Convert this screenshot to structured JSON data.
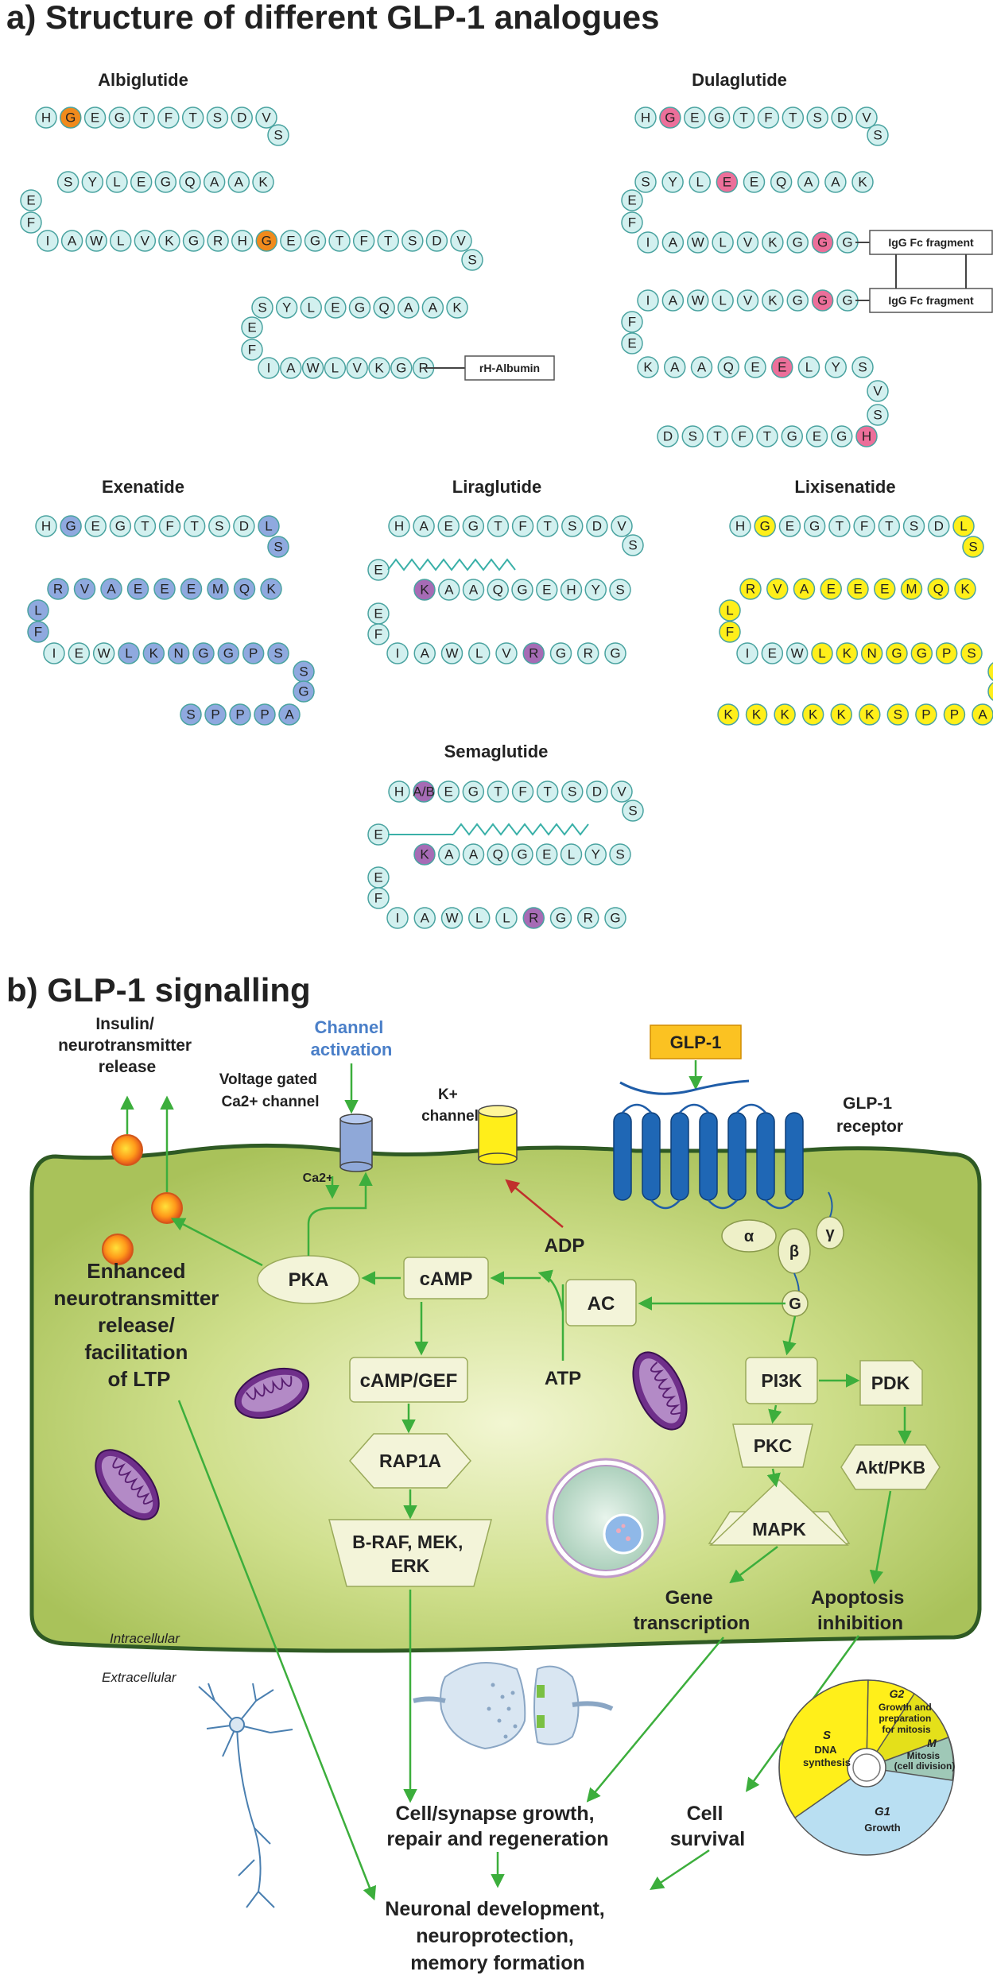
{
  "section_a": {
    "title": "a) Structure of different GLP-1 analogues"
  },
  "section_b": {
    "title": "b) GLP-1 signalling"
  },
  "colors": {
    "residue": "#d2f0ef",
    "residue_border": "#4aa3a0",
    "orange": "#f08a1c",
    "pink": "#ec6f9a",
    "blue": "#8fa9df",
    "purple": "#a66bb5",
    "yellow": "#ffef1a",
    "cell": "#c6d97c",
    "arrow_green": "#3cae3c",
    "arrow_red": "#c0302c"
  },
  "peptides": [
    {
      "name": "Albiglutide",
      "residue_rows": [
        [
          "H",
          "G",
          "E",
          "G",
          "T",
          "F",
          "T",
          "S",
          "D",
          "V",
          "S"
        ],
        [
          "K",
          "A",
          "A",
          "Q",
          "G",
          "E",
          "L",
          "Y",
          "S",
          "E",
          "F"
        ],
        [
          "I",
          "A",
          "W",
          "L",
          "V",
          "K",
          "G",
          "R",
          "H",
          "G",
          "E",
          "G",
          "T",
          "F",
          "T",
          "S",
          "D",
          "V",
          "S"
        ],
        [
          "K",
          "A",
          "A",
          "Q",
          "G",
          "E",
          "L",
          "Y",
          "S",
          "E",
          "F"
        ],
        [
          "I",
          "A",
          "W",
          "L",
          "V",
          "K",
          "G",
          "R"
        ]
      ],
      "tag": "rH-Albumin"
    },
    {
      "name": "Dulaglutide",
      "residue_rows": [
        [
          "H",
          "G",
          "E",
          "G",
          "T",
          "F",
          "T",
          "S",
          "D",
          "V",
          "S"
        ],
        [
          "K",
          "A",
          "A",
          "Q",
          "E",
          "E",
          "L",
          "Y",
          "S",
          "E",
          "F"
        ],
        [
          "I",
          "A",
          "W",
          "L",
          "V",
          "K",
          "G",
          "G",
          "G"
        ],
        [
          "I",
          "A",
          "W",
          "L",
          "V",
          "K",
          "G",
          "G",
          "G",
          "F",
          "E"
        ],
        [
          "K",
          "A",
          "A",
          "Q",
          "E",
          "E",
          "L",
          "Y",
          "S",
          "V",
          "S"
        ],
        [
          "H",
          "G",
          "E",
          "G",
          "T",
          "F",
          "T",
          "S",
          "D"
        ]
      ],
      "tags": [
        "IgG Fc fragment",
        "IgG Fc fragment"
      ]
    },
    {
      "name": "Exenatide",
      "residue_rows": [
        [
          "H",
          "G",
          "E",
          "G",
          "T",
          "F",
          "T",
          "S",
          "D",
          "L",
          "S"
        ],
        [
          "K",
          "Q",
          "M",
          "E",
          "E",
          "E",
          "A",
          "V",
          "R",
          "L",
          "F"
        ],
        [
          "I",
          "E",
          "W",
          "L",
          "K",
          "N",
          "G",
          "G",
          "P",
          "S",
          "S",
          "G"
        ],
        [
          "A",
          "P",
          "P",
          "P",
          "S"
        ]
      ]
    },
    {
      "name": "Liraglutide",
      "residue_rows": [
        [
          "H",
          "A",
          "E",
          "G",
          "T",
          "F",
          "T",
          "S",
          "D",
          "V",
          "S"
        ],
        [
          "S",
          "Y",
          "H",
          "E",
          "G",
          "Q",
          "A",
          "A",
          "K",
          "E",
          "E",
          "F"
        ],
        [
          "I",
          "A",
          "W",
          "L",
          "V",
          "R",
          "G",
          "R",
          "G"
        ]
      ]
    },
    {
      "name": "Lixisenatide",
      "residue_rows": [
        [
          "H",
          "G",
          "E",
          "G",
          "T",
          "F",
          "T",
          "S",
          "D",
          "L",
          "S"
        ],
        [
          "K",
          "Q",
          "M",
          "E",
          "E",
          "E",
          "A",
          "V",
          "R",
          "L",
          "F"
        ],
        [
          "I",
          "E",
          "W",
          "L",
          "K",
          "N",
          "G",
          "G",
          "P",
          "S",
          "S",
          "G"
        ],
        [
          "A",
          "P",
          "P",
          "S",
          "K",
          "K",
          "K",
          "K",
          "K",
          "K"
        ]
      ]
    },
    {
      "name": "Semaglutide",
      "residue_rows": [
        [
          "H",
          "A/B",
          "E",
          "G",
          "T",
          "F",
          "T",
          "S",
          "D",
          "V",
          "S"
        ],
        [
          "S",
          "Y",
          "L",
          "E",
          "G",
          "Q",
          "A",
          "A",
          "K",
          "E",
          "E",
          "F"
        ],
        [
          "I",
          "A",
          "W",
          "L",
          "L",
          "R",
          "G",
          "R",
          "G"
        ]
      ]
    }
  ],
  "signalling": {
    "insulin_release": [
      "Insulin/",
      "neurotransmitter",
      "release"
    ],
    "channel_activation": [
      "Channel",
      "activation"
    ],
    "voltage_gated": [
      "Voltage gated",
      "Ca2+ channel"
    ],
    "ca_ion": "Ca2+",
    "k_channel": [
      "K+",
      "channel"
    ],
    "glp1": "GLP-1",
    "receptor": [
      "GLP-1",
      "receptor"
    ],
    "alpha": "α",
    "beta": "β",
    "gamma": "γ",
    "g": "G",
    "pka": "PKA",
    "camp": "cAMP",
    "adp": "ADP",
    "ac": "AC",
    "atp": "ATP",
    "camp_gef": "cAMP/GEF",
    "rap1a": "RAP1A",
    "braf": [
      "B-RAF, MEK,",
      "ERK"
    ],
    "pi3k": "PI3K",
    "pdk": "PDK",
    "pkc": "PKC",
    "akt": "Akt/PKB",
    "mapk": "MAPK",
    "enhanced": [
      "Enhanced",
      "neurotransmitter",
      "release/",
      "facilitation",
      "of LTP"
    ],
    "gene": [
      "Gene",
      "transcription"
    ],
    "apoptosis": [
      "Apoptosis",
      "inhibition"
    ],
    "intracellular": "Intracellular",
    "extracellular": "Extracellular",
    "cell_growth": [
      "Cell/synapse growth,",
      "repair and regeneration"
    ],
    "cell_survival": [
      "Cell",
      "survival"
    ],
    "neuronal": [
      "Neuronal development,",
      "neuroprotection,",
      "memory formation"
    ],
    "cell_cycle": {
      "s": "S",
      "s_desc": [
        "DNA",
        "synthesis"
      ],
      "g2": "G2",
      "g2_desc": [
        "Growth and",
        "preparation",
        "for mitosis"
      ],
      "m": "M",
      "m_desc": [
        "Mitosis",
        "(cell division)"
      ],
      "g1": "G1",
      "g1_desc": "Growth"
    }
  }
}
